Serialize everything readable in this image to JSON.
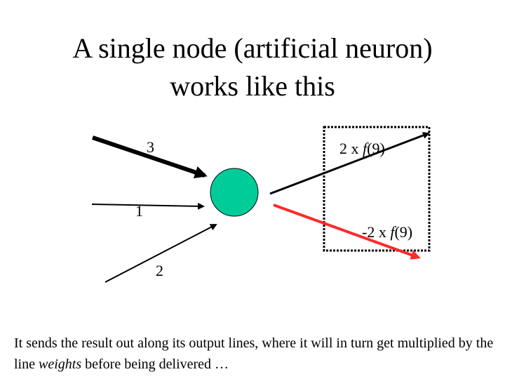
{
  "title": {
    "line1": "A single node (artificial neuron)",
    "line2": "works like this"
  },
  "inputs": {
    "top_label": "3",
    "middle_label": "1",
    "bottom_label": "2"
  },
  "outputs": {
    "top": {
      "prefix": "2 x ",
      "func": "f",
      "suffix": "(9)"
    },
    "bottom": {
      "prefix": "-2 x ",
      "func": "f",
      "suffix": "(9)"
    }
  },
  "colors": {
    "node_fill": "#00cc99",
    "node_stroke": "#000000",
    "red_output_line": "#ff2a2a",
    "line": "#000000"
  },
  "caption": {
    "part1": "It sends the result out along its output lines, where it will in turn get multiplied by the line ",
    "emphasis": "weights",
    "part2": " before being delivered …"
  }
}
